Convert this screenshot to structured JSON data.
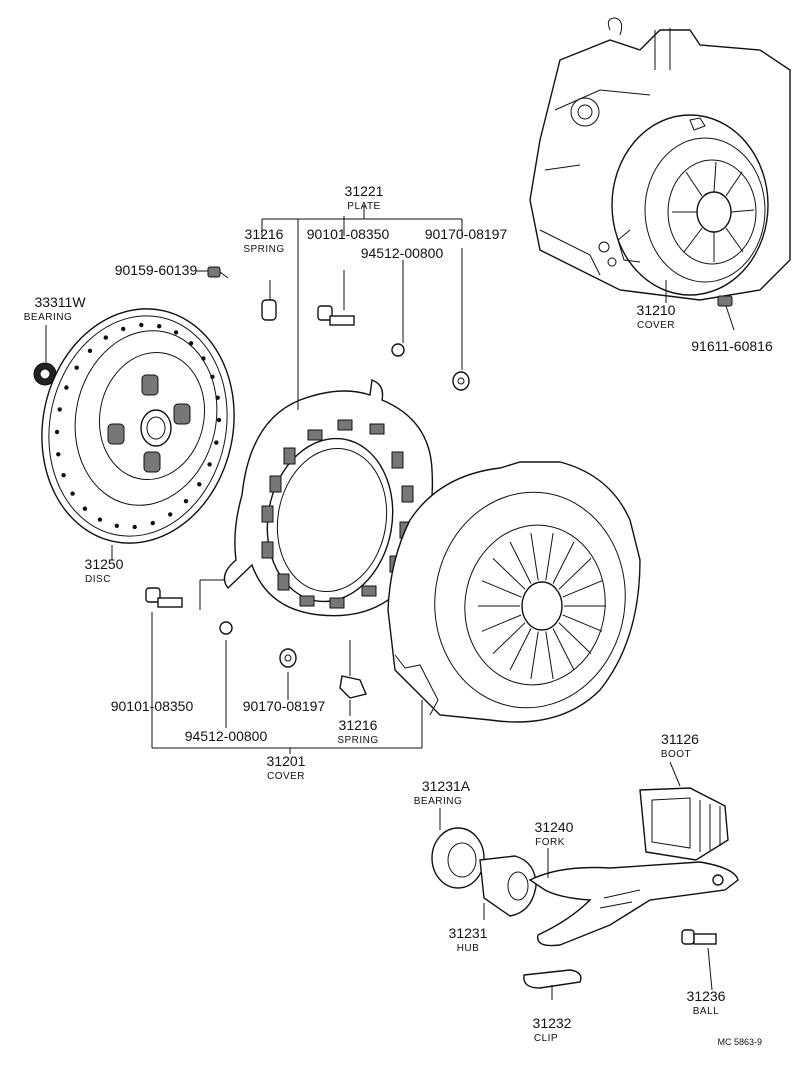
{
  "diagram": {
    "callouts": [
      {
        "id": "p31221",
        "number": "31221",
        "name": "PLATE"
      },
      {
        "id": "p31216a",
        "number": "31216",
        "name": "SPRING"
      },
      {
        "id": "p90101a",
        "number": "90101-08350",
        "name": ""
      },
      {
        "id": "p90170a",
        "number": "90170-08197",
        "name": ""
      },
      {
        "id": "p94512a",
        "number": "94512-00800",
        "name": ""
      },
      {
        "id": "p90159",
        "number": "90159-60139",
        "name": ""
      },
      {
        "id": "p33311",
        "number": "33311W",
        "name": "BEARING"
      },
      {
        "id": "p31250",
        "number": "31250",
        "name": "DISC"
      },
      {
        "id": "p31210",
        "number": "31210",
        "name": "COVER"
      },
      {
        "id": "p91611",
        "number": "91611-60816",
        "name": ""
      },
      {
        "id": "p90101b",
        "number": "90101-08350",
        "name": ""
      },
      {
        "id": "p94512b",
        "number": "94512-00800",
        "name": ""
      },
      {
        "id": "p90170b",
        "number": "90170-08197",
        "name": ""
      },
      {
        "id": "p31216b",
        "number": "31216",
        "name": "SPRING"
      },
      {
        "id": "p31201",
        "number": "31201",
        "name": "COVER"
      },
      {
        "id": "p31126",
        "number": "31126",
        "name": "BOOT"
      },
      {
        "id": "p31231A",
        "number": "31231A",
        "name": "BEARING"
      },
      {
        "id": "p31240",
        "number": "31240",
        "name": "FORK"
      },
      {
        "id": "p31231",
        "number": "31231",
        "name": "HUB"
      },
      {
        "id": "p31236",
        "number": "31236",
        "name": "BALL"
      },
      {
        "id": "p31232",
        "number": "31232",
        "name": "CLIP"
      }
    ],
    "catalog_code": "MC 5863-9"
  }
}
